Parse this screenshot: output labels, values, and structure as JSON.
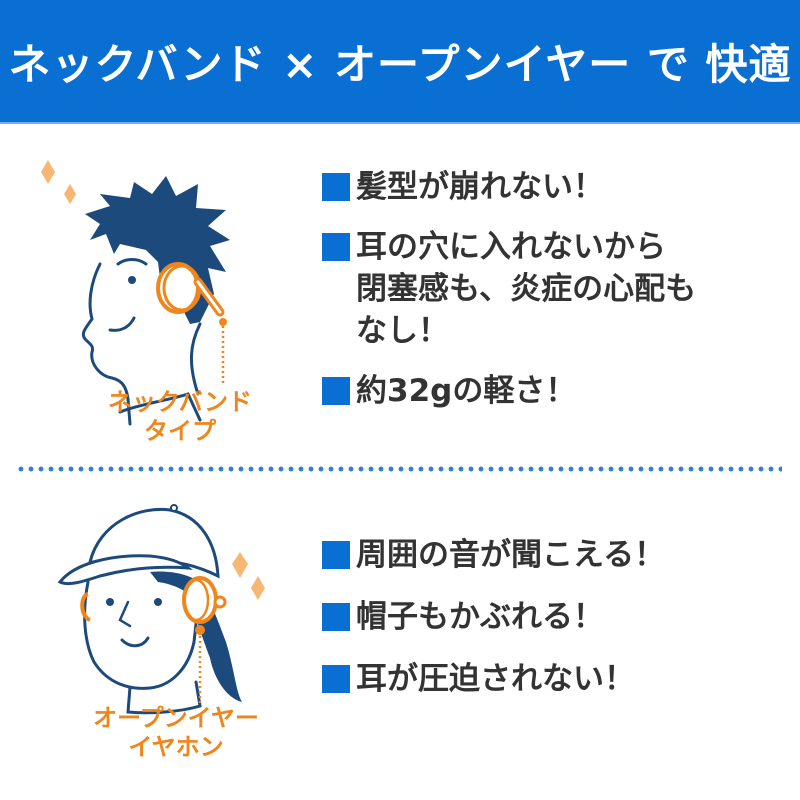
{
  "header": {
    "title": "ネックバンド × オープンイヤー で 快適",
    "background_color": "#0a6fd3"
  },
  "neckband": {
    "illustration": "man-wearing-neckband-headphones",
    "caption_line1": "ネックバンド",
    "caption_line2": "タイプ",
    "features": [
      {
        "lines": [
          "髪型が崩れない！"
        ]
      },
      {
        "lines": [
          "耳の穴に入れないから",
          "閉塞感も、炎症の心配も",
          "なし！"
        ]
      },
      {
        "lines": [
          "約32gの軽さ！"
        ]
      }
    ]
  },
  "openear": {
    "illustration": "woman-in-cap-wearing-open-ear-earphones",
    "caption_line1": "オープンイヤー",
    "caption_line2": "イヤホン",
    "features": [
      {
        "lines": [
          "周囲の音が聞こえる！"
        ]
      },
      {
        "lines": [
          "帽子もかぶれる！"
        ]
      },
      {
        "lines": [
          "耳が圧迫されない！"
        ]
      }
    ]
  },
  "colors": {
    "accent_blue": "#0a6fd3",
    "navy": "#1d4a7c",
    "orange": "#f0861b",
    "sparkle": "#f7b774",
    "text": "#333333"
  }
}
